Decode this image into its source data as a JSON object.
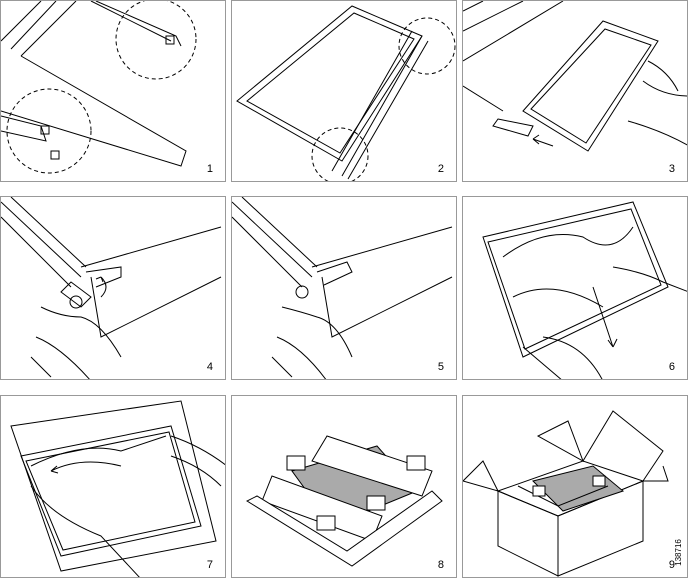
{
  "panels": [
    {
      "step": "1"
    },
    {
      "step": "2"
    },
    {
      "step": "3"
    },
    {
      "step": "4"
    },
    {
      "step": "5"
    },
    {
      "step": "6"
    },
    {
      "step": "7"
    },
    {
      "step": "8"
    },
    {
      "step": "9"
    }
  ],
  "figure_id": "138716"
}
